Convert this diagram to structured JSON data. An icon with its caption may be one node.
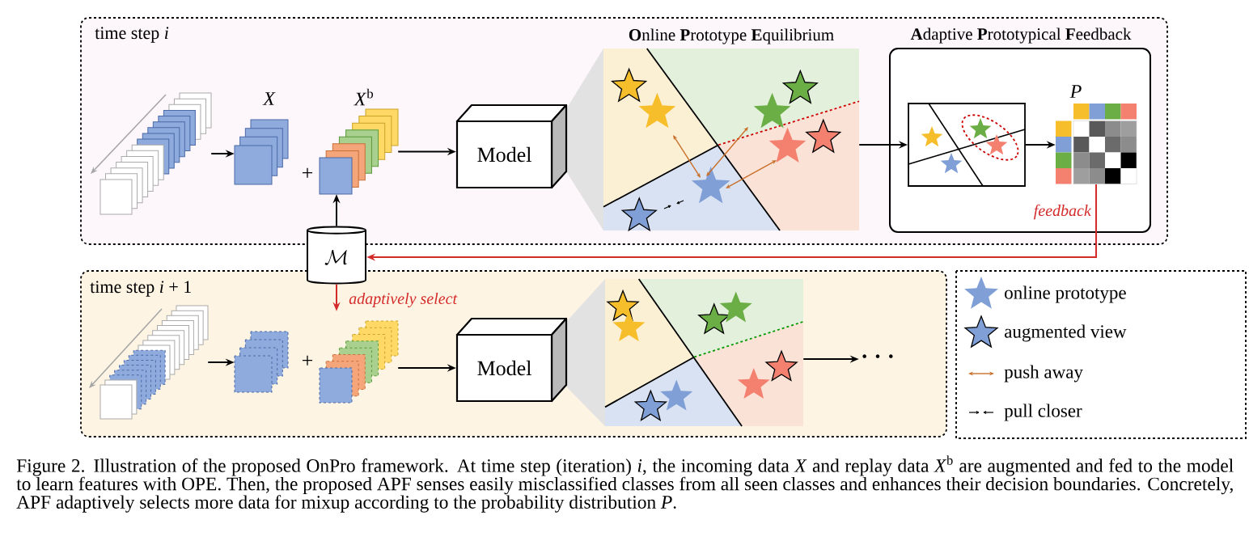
{
  "diagram": {
    "caption": "Figure 2. Illustration of the proposed OnPro framework. At time step (iteration) *i*, the incoming data *X* and replay data *X*$^{b}$ are augmented and fed to the model to learn features with OPE. Then, the proposed APF senses easily misclassified classes from all seen classes and enhances their decision boundaries. Concretely, APF adaptively selects more data for mixup according to the probability distribution *P*.",
    "nodes": [
      {
        "text": [
          "time step *i*"
        ]
      },
      {
        "text": [
          "time step *i* + 1"
        ]
      },
      {
        "text": [],
        "shape": "box",
        "in": 0
      },
      {
        "text": [
          "*X*"
        ],
        "in": 0
      },
      {
        "text": [
          "*X*$^{b}$"
        ],
        "in": 0
      },
      {
        "text": [
          "Model"
        ],
        "in": 0
      },
      {
        "text": [
          "**O**nline **P**rototype **E**quilibrium"
        ],
        "in": 0
      },
      {
        "text": [
          "**A**daptive **P**rototypical **F**eedback"
        ],
        "in": 0
      },
      {
        "text": [],
        "shape": "box",
        "in": 7
      },
      {
        "text": [
          "*P*"
        ],
        "in": 7
      },
      {
        "text": [
          "\\mathcal{M}"
        ]
      },
      {
        "text": [],
        "shape": "box",
        "in": 1
      },
      {
        "text": [],
        "shape": "box",
        "in": 1
      },
      {
        "text": [],
        "shape": "box",
        "in": 1
      },
      {
        "text": [
          "Model"
        ],
        "in": 1
      },
      {
        "text": [],
        "shape": "box",
        "in": 1
      },
      {
        "text": [
          "· · ·"
        ],
        "in": 1
      }
    ],
    "edges": [
      {
        "from": 2,
        "to": 3,
        "arrow": "to"
      },
      {
        "from": 4,
        "to": 5,
        "arrow": "to"
      },
      {
        "from": 6,
        "to": 8,
        "arrow": "to"
      },
      {
        "from": 8,
        "to": 9,
        "arrow": "to"
      },
      {
        "from": 9,
        "to": 10,
        "arrow": "to",
        "label": "feedback",
        "color": "#d42a2a"
      },
      {
        "from": 10,
        "to": 4,
        "arrow": "to"
      },
      {
        "from": 10,
        "to": 13,
        "arrow": "to",
        "label": "adaptively select",
        "color": "#d42a2a"
      },
      {
        "from": 11,
        "to": 12,
        "arrow": "to"
      },
      {
        "from": 13,
        "to": 14,
        "arrow": "to"
      },
      {
        "from": 15,
        "to": 16,
        "arrow": "to"
      }
    ],
    "labels": [
      "+",
      "+"
    ],
    "legend": [
      {
        "text": "online prototype"
      },
      {
        "text": "augmented view"
      },
      {
        "text": "push away"
      },
      {
        "text": "pull closer"
      }
    ]
  }
}
